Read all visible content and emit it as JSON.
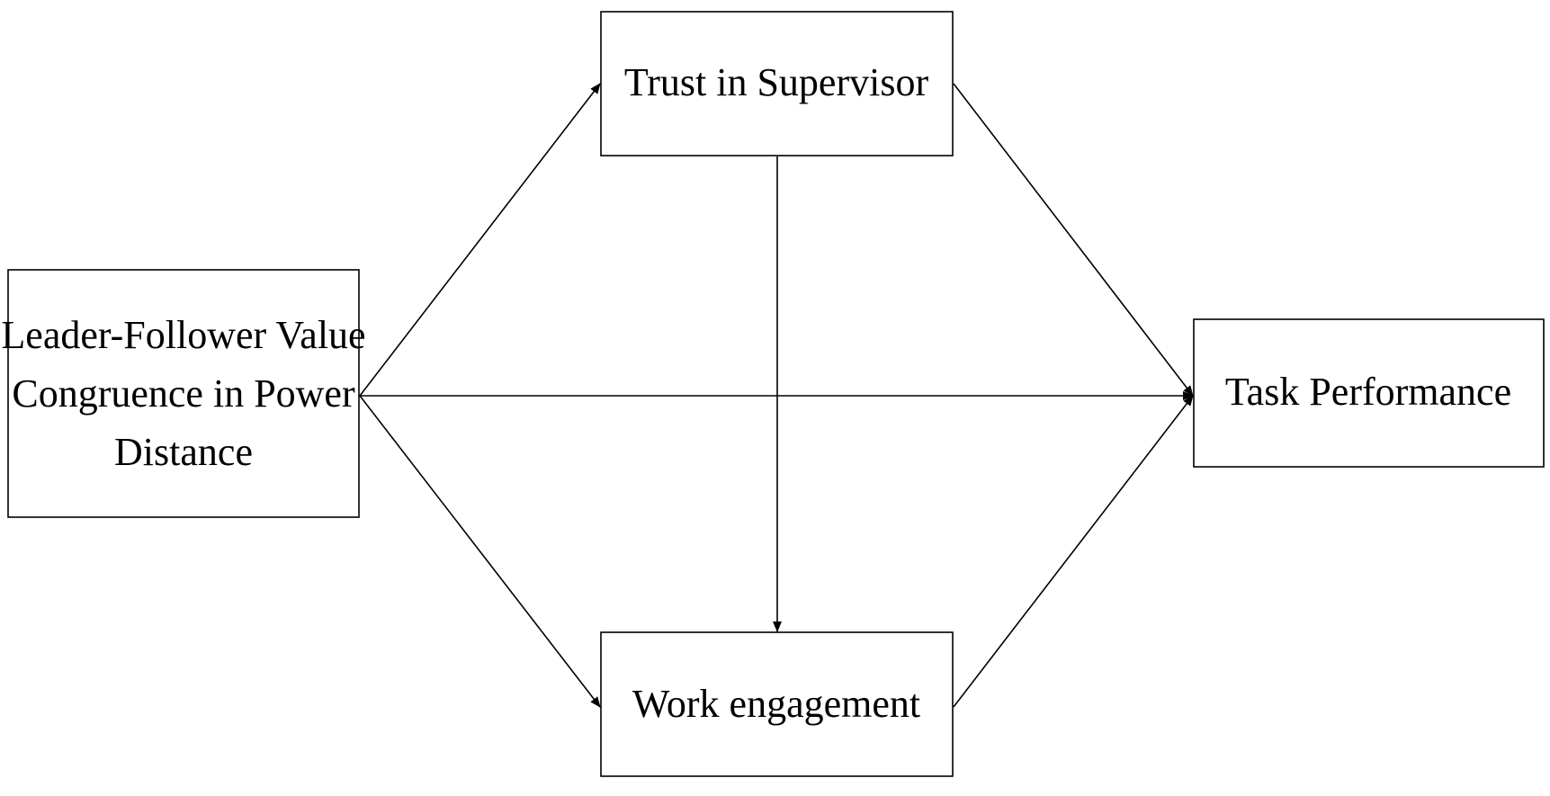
{
  "diagram": {
    "nodes": {
      "predictor": {
        "lines": [
          "Leader-Follower Value",
          "Congruence in Power",
          "Distance"
        ]
      },
      "trust": {
        "lines": [
          "Trust in Supervisor"
        ]
      },
      "engagement": {
        "lines": [
          "Work engagement"
        ]
      },
      "performance": {
        "lines": [
          "Task Performance"
        ]
      }
    },
    "edges": [
      {
        "from": "predictor",
        "to": "trust"
      },
      {
        "from": "predictor",
        "to": "engagement"
      },
      {
        "from": "predictor",
        "to": "performance"
      },
      {
        "from": "trust",
        "to": "engagement"
      },
      {
        "from": "trust",
        "to": "performance"
      },
      {
        "from": "engagement",
        "to": "performance"
      }
    ]
  }
}
